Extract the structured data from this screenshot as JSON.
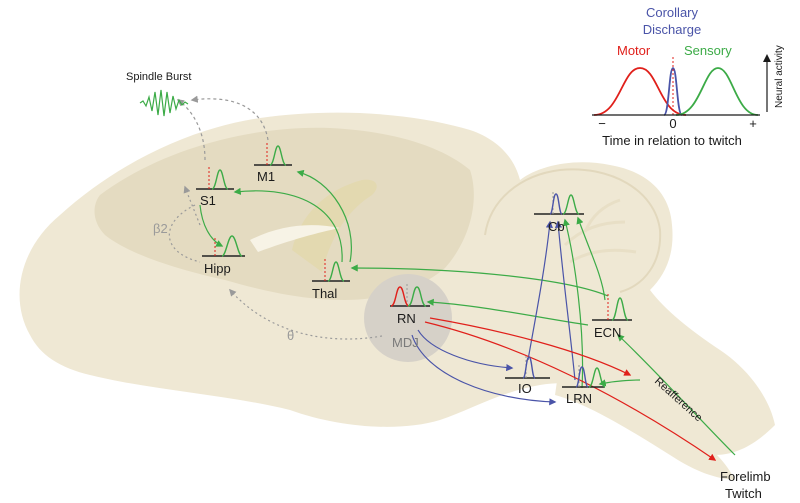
{
  "labels": {
    "spindle_burst": "Spindle Burst",
    "s1": "S1",
    "m1": "M1",
    "beta2": "β2",
    "hipp": "Hipp",
    "thal": "Thal",
    "theta": "θ",
    "rn": "RN",
    "mdj": "MDJ",
    "cb": "Cb",
    "ecn": "ECN",
    "io": "IO",
    "lrn": "LRN",
    "reafference": "Reafference",
    "forelimb": "Forelimb",
    "twitch": "Twitch"
  },
  "legend": {
    "corollary_line1": "Corollary",
    "corollary_line2": "Discharge",
    "motor": "Motor",
    "sensory": "Sensory",
    "y_axis": "Neural activity",
    "x_axis": "Time in relation to twitch",
    "tick_minus": "−",
    "tick_zero": "0",
    "tick_plus": "+"
  },
  "colors": {
    "motor": "#e0201b",
    "corollary": "#4a54a8",
    "sensory": "#3cab47",
    "dashed": "#9a9a9a",
    "brain_fill": "#efe8d4",
    "brain_lobe": "#e4dbc1",
    "mdj_fill": "#d6d1c8",
    "thal_region": "#e3d9b0"
  }
}
